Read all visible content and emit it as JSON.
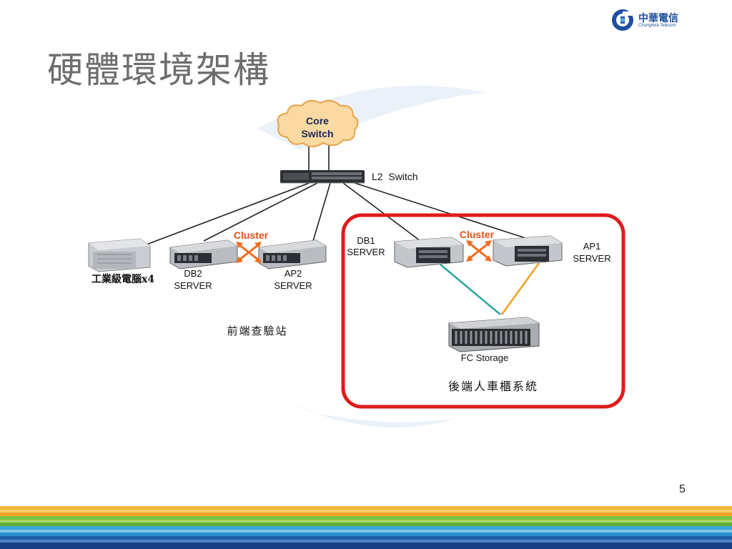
{
  "slide": {
    "title": "硬體環境架構",
    "page_number": "5",
    "logo": {
      "name_cn": "中華電信",
      "name_en": "Chunghwa Telecom",
      "icon": "chunghwa-telecom-logo-icon"
    }
  },
  "diagram": {
    "core_switch": {
      "line1": "Core",
      "line2": "Switch"
    },
    "l2_switch_label": "L2  Switch",
    "front_end": {
      "industrial_pc_label": "工業級電腦x4",
      "db2": {
        "line1": "DB2",
        "line2": "SERVER"
      },
      "ap2": {
        "line1": "AP2",
        "line2": "SERVER"
      },
      "cluster_label": "Cluster",
      "group_label": "前端查驗站"
    },
    "back_end": {
      "db1": {
        "line1": "DB1",
        "line2": "SERVER"
      },
      "ap1": {
        "line1": "AP1",
        "line2": "SERVER"
      },
      "cluster_label": "Cluster",
      "storage_label": "FC Storage",
      "group_label": "後端人車櫃系統"
    }
  },
  "colors": {
    "title": "#6d6d6d",
    "highlight_box": "#e01b1b",
    "cluster_text": "#e0521a",
    "cluster_arrow": "#f26a1b",
    "link_teal": "#2aa5a0",
    "link_orange": "#f0a020",
    "cloud_fill": "#fbd9a2",
    "logo_blue": "#1f4f9e"
  }
}
